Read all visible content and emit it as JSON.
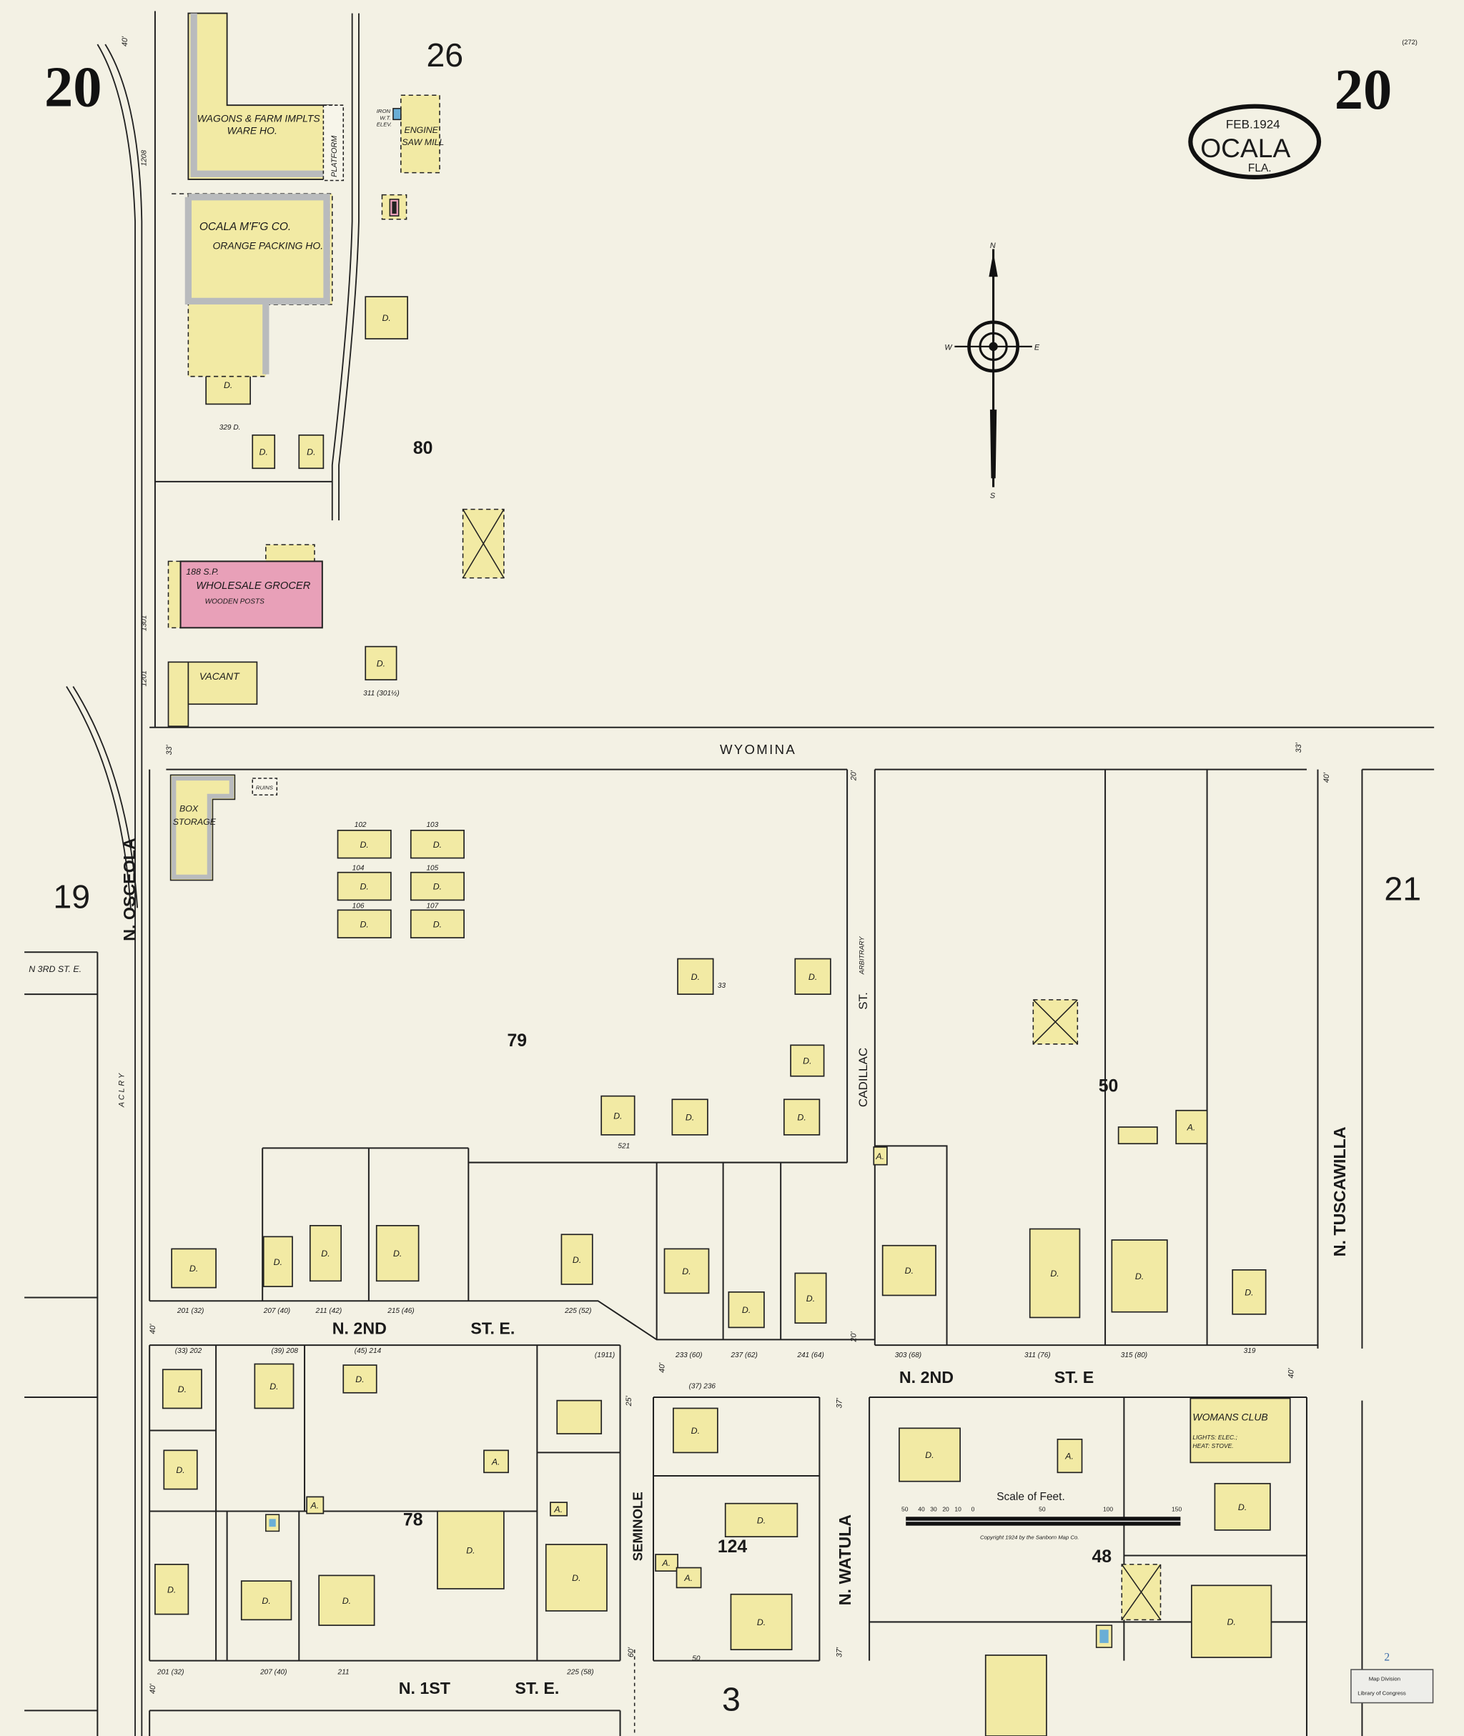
{
  "sheet": {
    "page_number": "20",
    "adjacent_sheets": {
      "north": "26",
      "west": "19",
      "east": "21",
      "south": "3"
    },
    "title_oval": {
      "date": "FEB.1924",
      "city": "OCALA",
      "state": "FLA."
    },
    "corner_note": "(272)"
  },
  "compass": {
    "n": "N",
    "s": "S",
    "e": "E",
    "w": "W"
  },
  "streets": {
    "wyomina": "WYOMINA",
    "osceola": "N. OSCEOLA",
    "cadillac": "CADILLAC",
    "cadillac_st": "ST.",
    "cadillac_note": "ARBITRARY",
    "n2nd_west": "N. 2ND",
    "n2nd_west_st": "ST. E.",
    "n2nd_east": "N. 2ND",
    "n2nd_east_st": "ST. E",
    "tuscawilla": "N. TUSCAWILLA",
    "watula": "N. WATULA",
    "seminole": "SEMINOLE",
    "n1st": "N. 1ST",
    "n1st_st": "ST. E.",
    "n3rd": "N 3RD ST. E.",
    "aclry": "A C L R Y"
  },
  "blocks": [
    "80",
    "79",
    "50",
    "78",
    "124",
    "48"
  ],
  "buildings": {
    "wagons": [
      "WAGONS & FARM IMPLTS",
      "WARE HO."
    ],
    "platform": "PLATFORM",
    "engine": [
      "ENGINE",
      "SAW MILL"
    ],
    "iron_tank": [
      "IRON",
      "W.T.",
      "ELEV."
    ],
    "ocala_mfg": [
      "OCALA M'F'G CO.",
      "ORANGE PACKING HO."
    ],
    "grocer": [
      "188  S.P.",
      "WHOLESALE GROCER",
      "WOODEN POSTS"
    ],
    "vacant": "VACANT",
    "box_storage": [
      "BOX",
      "STORAGE"
    ],
    "ruins": "RUINS",
    "womans_club": [
      "WOMANS CLUB",
      "LIGHTS: ELEC.;",
      "HEAT: STOVE."
    ],
    "dwelling": "D.",
    "auto": "A."
  },
  "addresses": [
    "102",
    "103",
    "104",
    "105",
    "106",
    "107",
    "33",
    "521",
    "329 D.",
    "311 (301½)",
    "201 (32)",
    "207 (40)",
    "211 (42)",
    "215 (46)",
    "225 (52)",
    "233 (60)",
    "237 (62)",
    "241 (64)",
    "303 (68)",
    "311 (76)",
    "315 (80)",
    "319",
    "(33) 202",
    "(39) 208",
    "(45) 214",
    "(1911)",
    "(37) 236",
    "201 (32)",
    "207 (40)",
    "211",
    "225 (58)",
    "1208",
    "1201",
    "1301",
    "50"
  ],
  "street_widths": [
    "40'",
    "33'",
    "33'",
    "20'",
    "20'",
    "40'",
    "40'",
    "40'",
    "25'",
    "37'",
    "37'",
    "40'",
    "40'",
    "60'"
  ],
  "scale": {
    "title": "Scale of Feet.",
    "ticks": [
      "50",
      "40",
      "30",
      "20",
      "10",
      "0",
      "50",
      "100",
      "150"
    ],
    "copyright": "Copyright 1924 by the Sanborn Map Co."
  },
  "stamp": {
    "number": "2",
    "line1": "Map Division",
    "line2": "Library of Congress"
  },
  "colors": {
    "paper": "#f3f1e4",
    "frame": "#f2eaa4",
    "brick": "#e8a0b8",
    "fireproof_wall": "#b9bbbd",
    "iron": "#6aaed6"
  }
}
